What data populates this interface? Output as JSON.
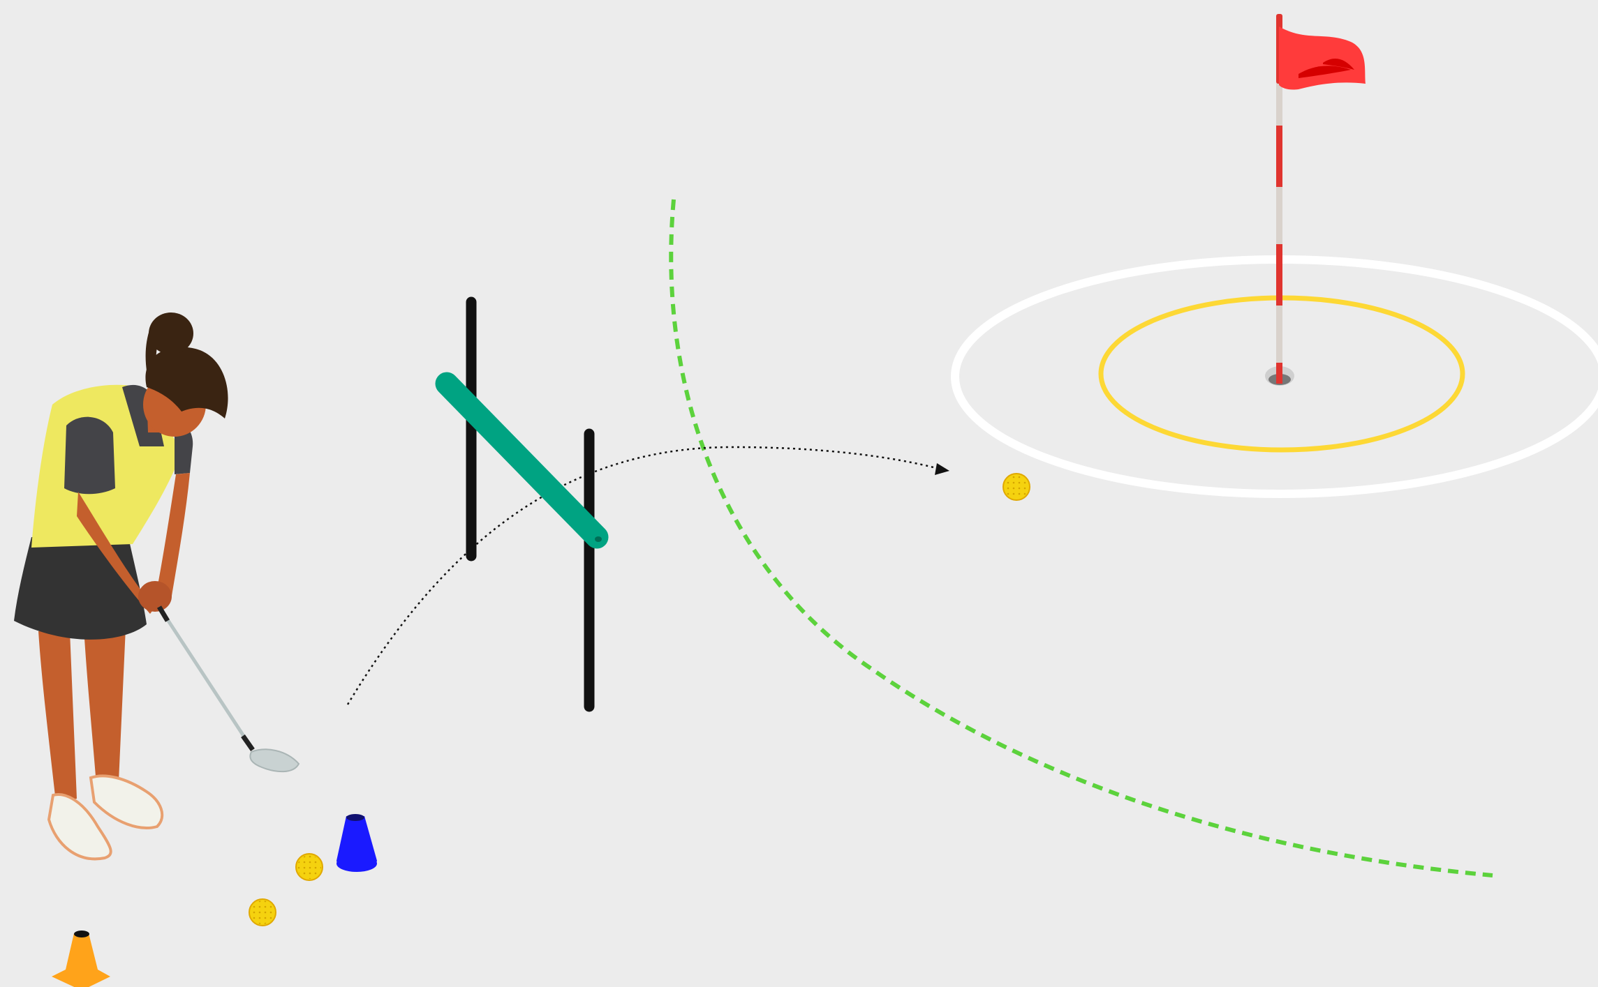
{
  "scene": {
    "colors": {
      "background": "#ececec",
      "target_ring": "#ffffff",
      "hole_ring": "#fdd835",
      "flag": "#ff3b3b",
      "pole_band": "#e0342f",
      "pole_base": "#d9d2cc",
      "ball": "#f5d20f",
      "boundary_arc": "#5cd23c",
      "shot_path": "#111111",
      "stick": "#111111",
      "noodle": "#00a382",
      "cone_front": "#1a1aff",
      "cone_back": "#ffa31a",
      "shirt": "#eee860",
      "skirt": "#333333",
      "skin": "#c45f2d",
      "hair": "#3a2412",
      "shoes": "#f2f2ea"
    },
    "elements": {
      "golfer": "golfer-addressing-ball",
      "flag": "red-flag",
      "target": "concentric-target-rings",
      "shot_path": "dotted-arc-with-arrowhead",
      "boundary": "green-dashed-arc",
      "gate": "two-sticks-and-foam-noodle",
      "balls": 3,
      "cones": [
        "blue",
        "orange"
      ]
    }
  }
}
